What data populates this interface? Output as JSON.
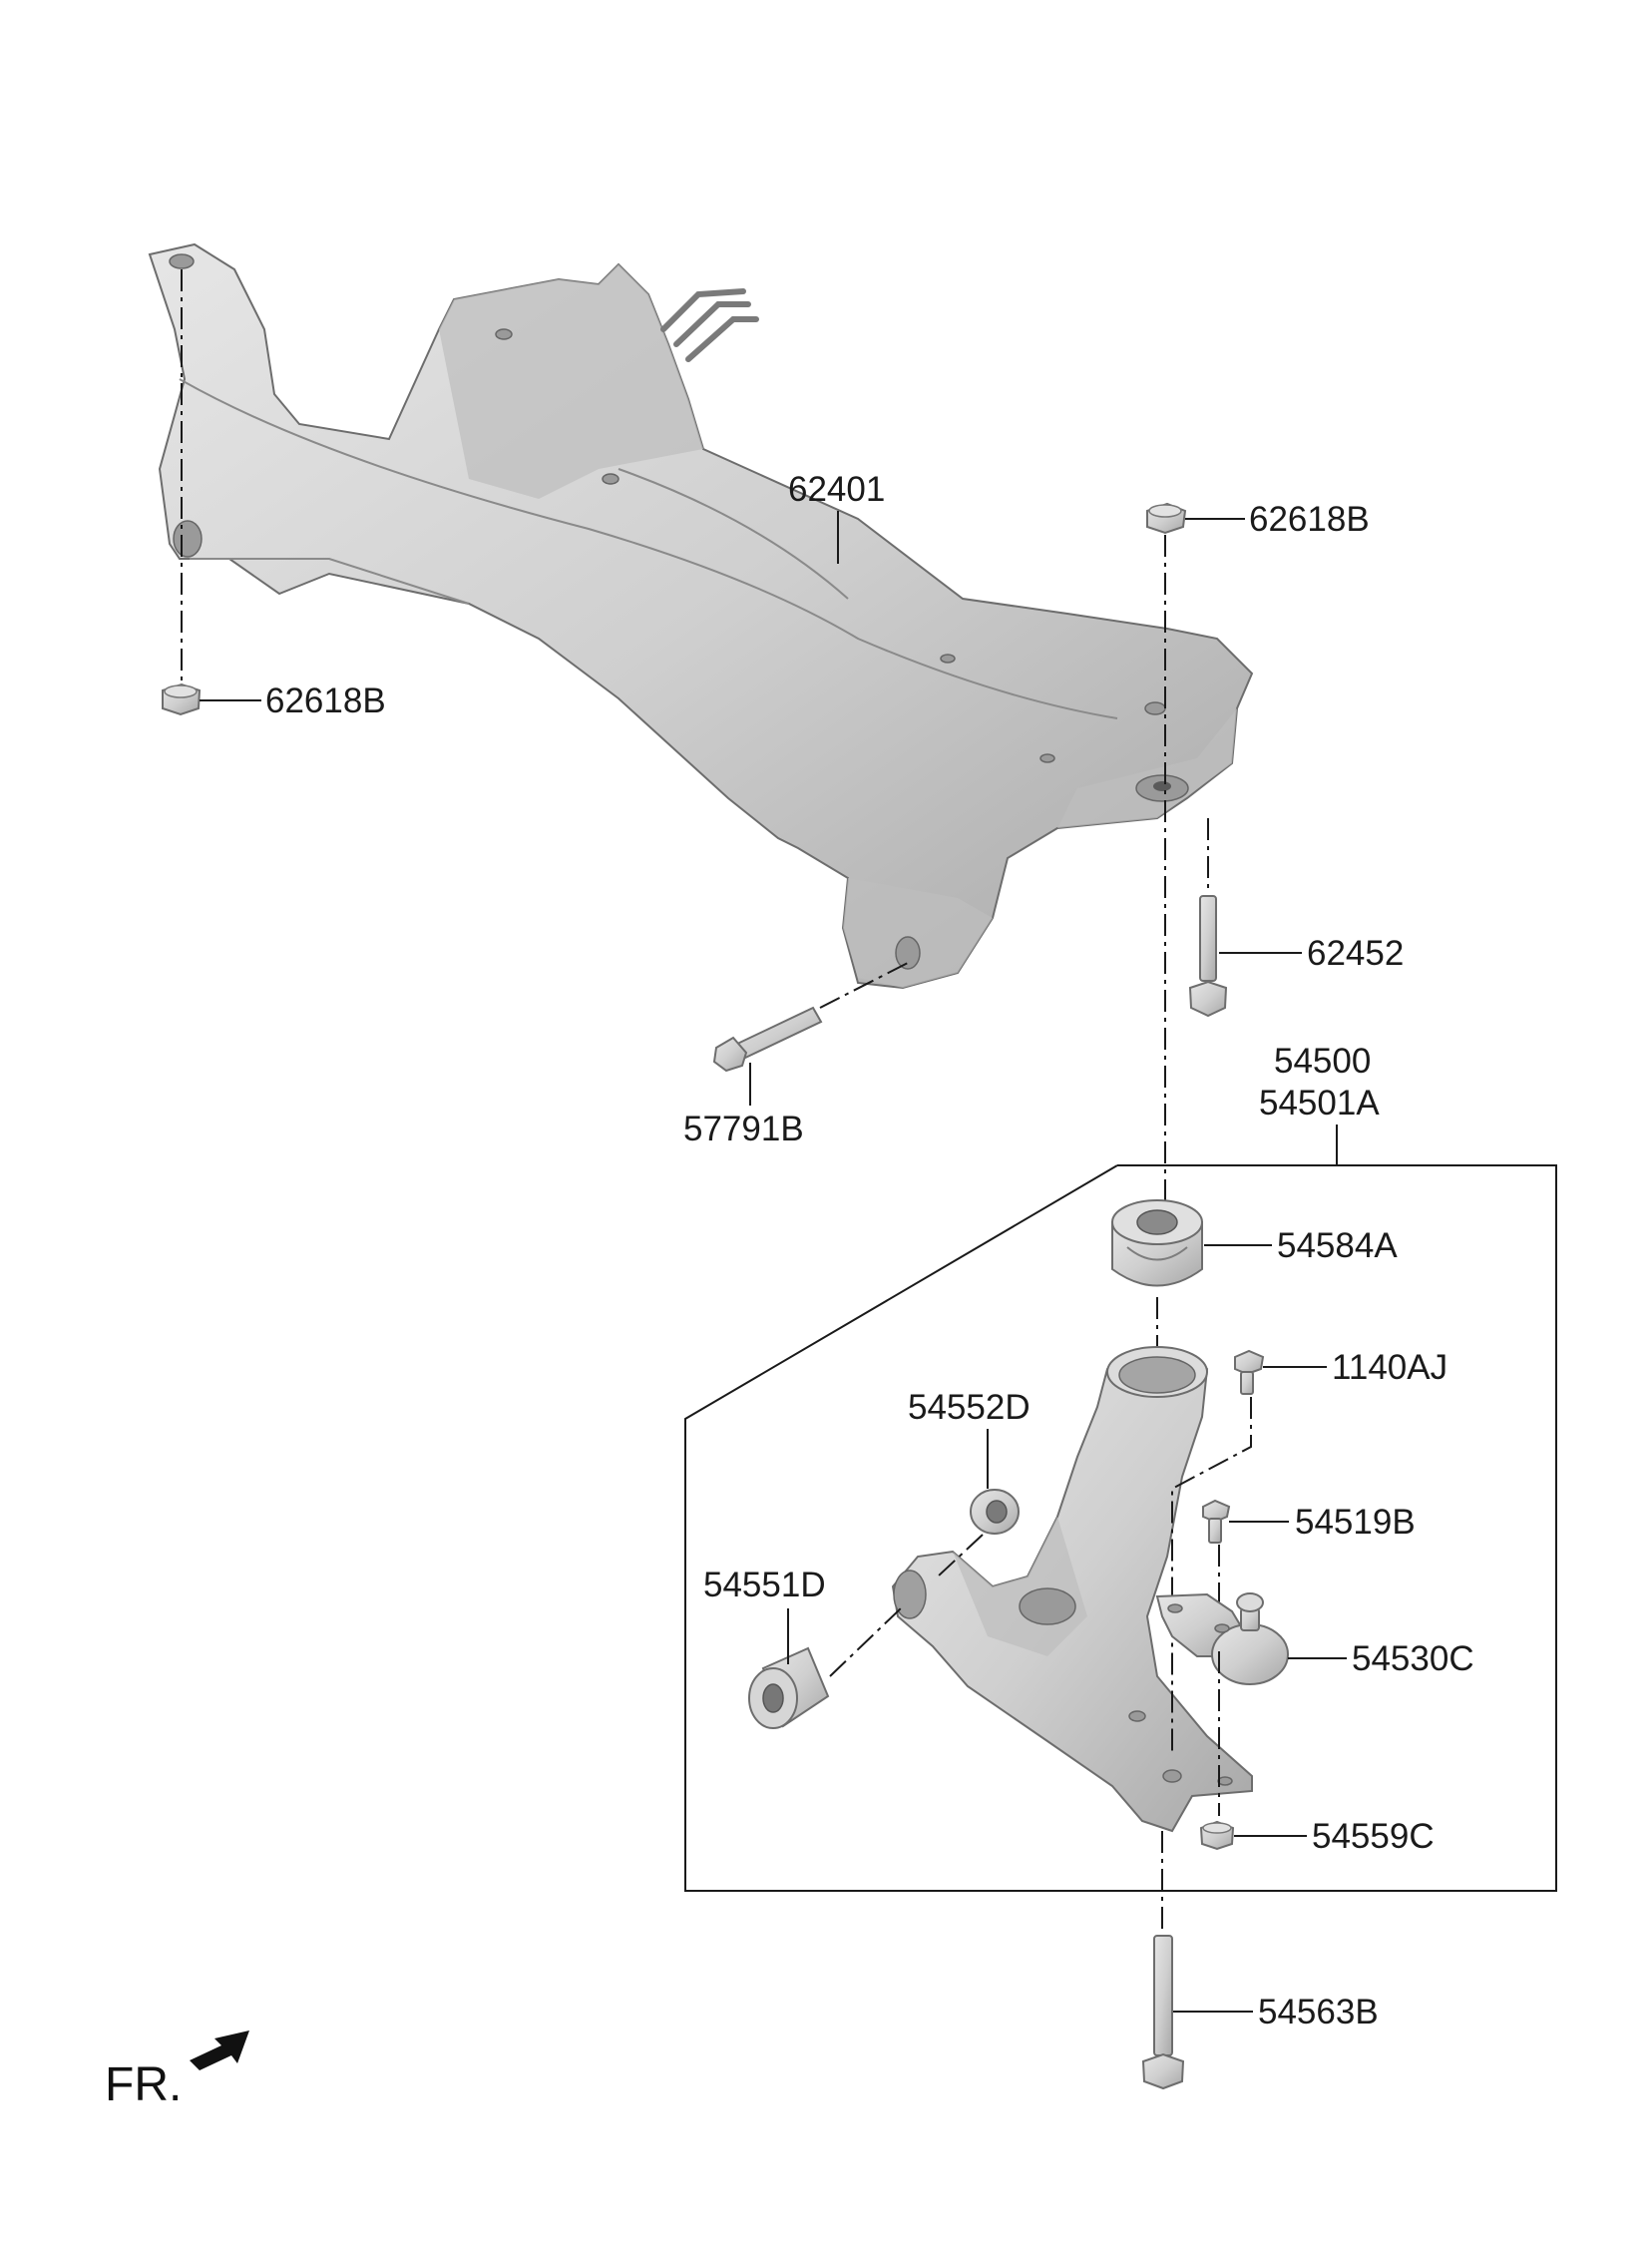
{
  "diagram": {
    "parts": [
      {
        "id": "62401",
        "label": "62401"
      },
      {
        "id": "62618B-right",
        "label": "62618B"
      },
      {
        "id": "62618B-left",
        "label": "62618B"
      },
      {
        "id": "62452",
        "label": "62452"
      },
      {
        "id": "57791B",
        "label": "57791B"
      },
      {
        "id": "54500",
        "label": "54500"
      },
      {
        "id": "54501A",
        "label": "54501A"
      },
      {
        "id": "54584A",
        "label": "54584A"
      },
      {
        "id": "1140AJ",
        "label": "1140AJ"
      },
      {
        "id": "54552D",
        "label": "54552D"
      },
      {
        "id": "54519B",
        "label": "54519B"
      },
      {
        "id": "54551D",
        "label": "54551D"
      },
      {
        "id": "54530C",
        "label": "54530C"
      },
      {
        "id": "54559C",
        "label": "54559C"
      },
      {
        "id": "54563B",
        "label": "54563B"
      }
    ],
    "front_indicator": "FR.",
    "colors": {
      "metal": "#d2d2d2",
      "ink": "#1a1a1a",
      "background": "#ffffff"
    }
  }
}
